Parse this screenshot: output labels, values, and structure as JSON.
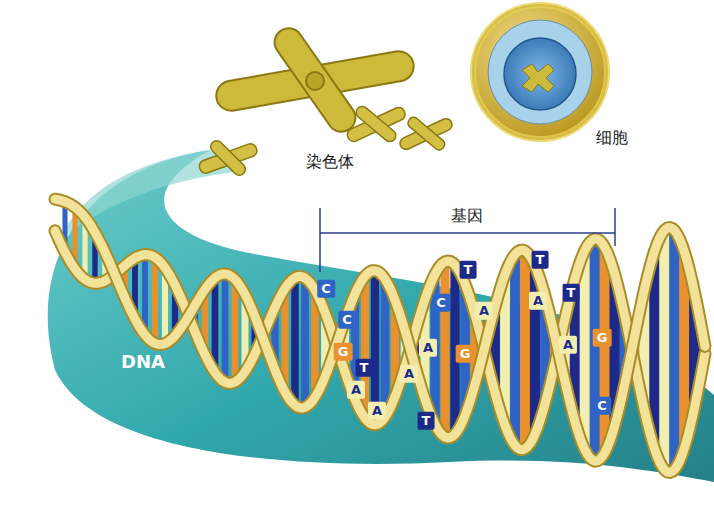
{
  "diagram": {
    "labels": [
      "染色体",
      "细胞",
      "基因",
      "DNA",
      "C",
      "C",
      "G",
      "T",
      "A",
      "A",
      "A",
      "A",
      "T",
      "C",
      "T",
      "A",
      "G",
      "T",
      "A",
      "T",
      "A",
      "G",
      "C"
    ]
  }
}
